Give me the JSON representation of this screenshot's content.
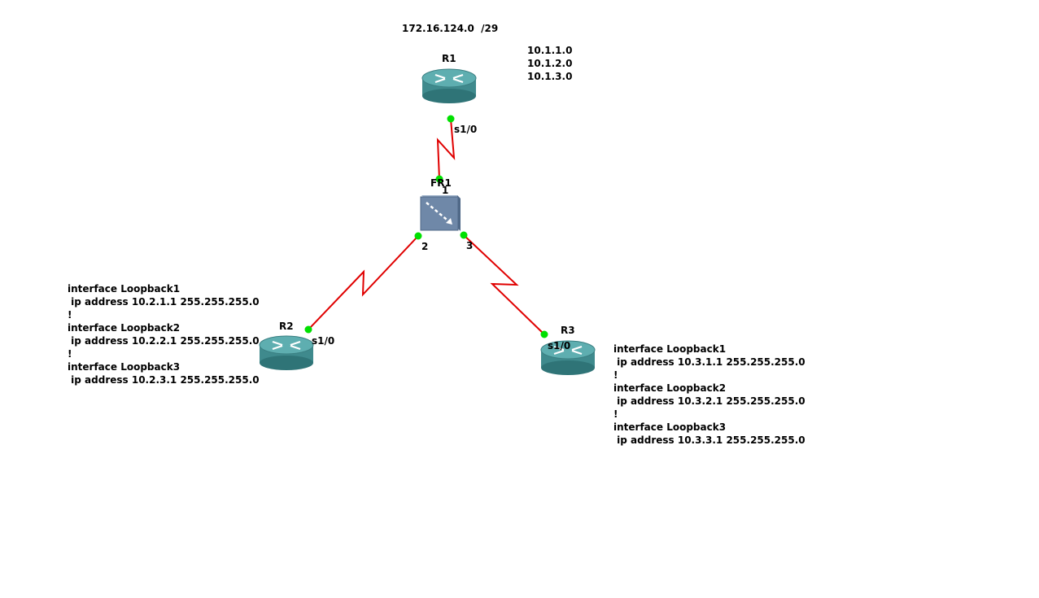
{
  "annotations": {
    "subnet": "172.16.124.0  /29",
    "r1_networks": [
      "10.1.1.0",
      "10.1.2.0",
      "10.1.3.0"
    ]
  },
  "nodes": {
    "r1": {
      "label": "R1",
      "port": "s1/0"
    },
    "fr1": {
      "label": "FR1",
      "ports": [
        "1",
        "2",
        "3"
      ]
    },
    "r2": {
      "label": "R2",
      "port": "s1/0"
    },
    "r3": {
      "label": "R3",
      "port": "s1/0"
    }
  },
  "configs": {
    "r2": [
      "interface Loopback1",
      " ip address 10.2.1.1 255.255.255.0",
      "!",
      "interface Loopback2",
      " ip address 10.2.2.1 255.255.255.0",
      "!",
      "interface Loopback3",
      " ip address 10.2.3.1 255.255.255.0"
    ],
    "r3": [
      "interface Loopback1",
      " ip address 10.3.1.1 255.255.255.0",
      "!",
      "interface Loopback2",
      " ip address 10.3.2.1 255.255.255.0",
      "!",
      "interface Loopback3",
      " ip address 10.3.3.1 255.255.255.0"
    ]
  },
  "colors": {
    "link": "#e00000",
    "port_dot": "#00e000",
    "router_body": "#3f8a8d",
    "router_top": "#5eaeb0",
    "switch_body": "#6f88a8"
  },
  "icons": {
    "router": "router-icon",
    "frame_relay_switch": "frame-relay-switch-icon"
  }
}
